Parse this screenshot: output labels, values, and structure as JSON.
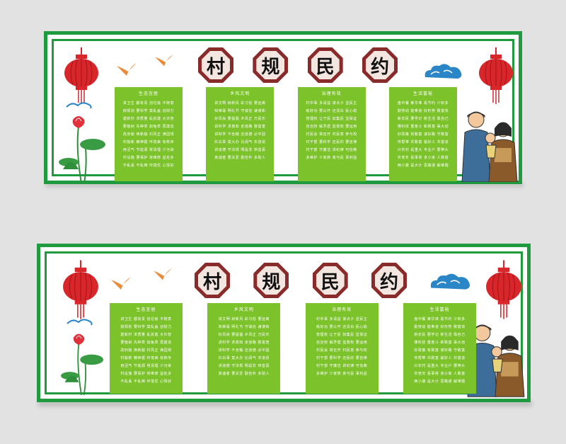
{
  "boards": [
    {
      "title_chars": [
        "村",
        "规",
        "民",
        "约"
      ],
      "panels": [
        {
          "heading": "生态宜居",
          "lines": [
            "讲卫生 都有责 创垃圾 不随意",
            "搞规划 要科学 莫乱盖 创财力",
            "建新村 求质量 乱拆建 大伙管",
            "要植树 先种草 如兔草 再建造",
            "改旧貌 焕新貌 村风正 满园规",
            "村貌新 精神振 环境美 有秩序",
            "用沼气 节能源 常清理 少污染",
            "村设施 要保护 常维修 益处多",
            "不乱丢 不乱倒 环境优 心情好"
          ]
        },
        {
          "heading": "乡风文明",
          "lines": [
            "讲文明 树新风 彩习俗 要远离",
            "知荣辱 明礼节 守诚信 谦谨和",
            "好风尚 要提倡 乡风正 万民乐",
            "讲科学 求真知 走道路 致富宽",
            "讲科学 不含糊 还道德 必中固",
            "红白事 莫大办 比阔气 实道贸",
            "讲道德 守法规 明是非 辨善恶",
            "真诚者 要关爱 勤俭朴 多助人"
          ]
        },
        {
          "heading": "治理有效",
          "lines": [
            "村中事 多请益 谋点子 显民主",
            "练好功 要公开 还清白 民心稳",
            "管理权 让于民 如集民 显保证",
            "自治权 解矛盾 监督权 要运用",
            "村民会 常召开 村民意 参与权",
            "村干部 要科学 还民的 要自律",
            "村干部 守廉洁 讲纪律 可信赖",
            "多维护 少家族 真与民 事利益"
          ]
        },
        {
          "heading": "生活富裕",
          "lines": [
            "盘中餐 莱华准 看节约 少积多",
            "勤劳动 能奉道 好形势 致富快",
            "新农民 要学记 新生活 靠自己",
            "懂科技 重奋斗 新致富 渠大动",
            "好政策 有致富 谋好路 守致富",
            "传帮带 共致富 最好人 共富道",
            "兴农村 是重大 专业户 要带头",
            "农老年 看事常 贪小家 人致富",
            "两小康 是大计 思路通 解难题"
          ]
        }
      ]
    },
    {
      "title_chars": [
        "村",
        "规",
        "民",
        "约"
      ],
      "panels": [
        {
          "heading": "生态宜居",
          "lines": [
            "讲卫生 都有责 创垃圾 不随意",
            "搞规划 要科学 莫乱盖 创财力",
            "建新村 求质量 乱拆建 大伙管",
            "要植树 先种草 如兔草 再建造",
            "改旧貌 焕新貌 村风正 满园规",
            "村貌新 精神振 环境美 有秩序",
            "用沼气 节能源 常清理 少污染",
            "村设施 要保护 常维修 益处多",
            "不乱丢 不乱倒 环境优 心情好"
          ]
        },
        {
          "heading": "乡风文明",
          "lines": [
            "讲文明 树新风 彩习俗 要远离",
            "知荣辱 明礼节 守诚信 谦谨和",
            "好风尚 要提倡 乡风正 万民乐",
            "讲科学 求真知 走道路 致富宽",
            "讲科学 不含糊 还道德 必中固",
            "红白事 莫大办 比阔气 实道贸",
            "讲道德 守法规 明是非 辨善恶",
            "真诚者 要关爱 勤俭朴 多助人"
          ]
        },
        {
          "heading": "治理有效",
          "lines": [
            "村中事 多请益 谋点子 显民主",
            "练好功 要公开 还清白 民心稳",
            "管理权 让于民 如集民 显保证",
            "自治权 解矛盾 监督权 要运用",
            "村民会 常召开 村民意 参与权",
            "村干部 要科学 还民的 要自律",
            "村干部 守廉洁 讲纪律 可信赖",
            "多维护 少家族 真与民 事利益"
          ]
        },
        {
          "heading": "生活富裕",
          "lines": [
            "盘中餐 莱华准 看节约 少积多",
            "勤劳动 能奉道 好形势 致富快",
            "新农民 要学记 新生活 靠自己",
            "懂科技 重奋斗 新致富 渠大动",
            "好政策 有致富 谋好路 守致富",
            "传帮带 共致富 最好人 共富道",
            "兴农村 是重大 专业户 要带头",
            "农老年 看事常 贪小家 人致富",
            "两小康 是大计 思路通 解难题"
          ]
        }
      ]
    }
  ],
  "colors": {
    "border_green": "#1f9a3e",
    "panel_green": "#7cc22a",
    "lantern_red": "#d8262b",
    "frame_brown": "#8a2b2b",
    "bird_orange": "#e88b3a",
    "cloud_blue": "#2a86c6"
  },
  "icons": [
    "lantern-icon",
    "bird-icon",
    "lotus-icon",
    "cloud-icon",
    "villagers-illustration"
  ]
}
